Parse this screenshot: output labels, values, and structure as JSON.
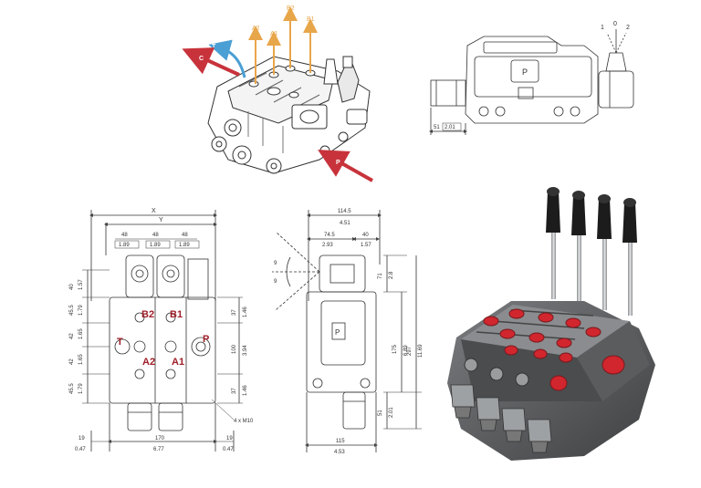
{
  "iso_view": {
    "ports": {
      "a2": "A2",
      "a1": "A1",
      "b2": "B2",
      "b1": "B1",
      "t": "T",
      "c": "C",
      "p": "P"
    },
    "colors": {
      "orange": "#e8a64a",
      "red": "#c8333b",
      "blue": "#4a9fd4"
    }
  },
  "side_view": {
    "handle_labels": {
      "pos1": "1",
      "pos0": "0",
      "pos2": "2"
    },
    "port_label": "P",
    "dim_mm": "51",
    "dim_in": "2.01"
  },
  "front_view": {
    "top": {
      "x": "X",
      "y": "Y",
      "w1": "48",
      "w1_in": "1.89",
      "w2": "48",
      "w2_in": "1.89",
      "w3": "48",
      "w3_in": "1.89"
    },
    "left_dims": [
      {
        "mm": "40",
        "in": "1.57"
      },
      {
        "mm": "45.5",
        "in": "1.79"
      },
      {
        "mm": "42",
        "in": "1.65"
      },
      {
        "mm": "42",
        "in": "1.65"
      },
      {
        "mm": "45.5",
        "in": "1.79"
      }
    ],
    "right_dims": [
      {
        "mm": "37",
        "in": "1.46"
      },
      {
        "mm": "100",
        "in": "3.94"
      },
      {
        "mm": "37",
        "in": "1.46"
      }
    ],
    "ports": {
      "b2": "B2",
      "b1": "B1",
      "t": "T",
      "p": "P",
      "a2": "A2",
      "a1": "A1"
    },
    "bottom": {
      "left_mm": "19",
      "left_in": "0.47",
      "mid_mm": "170",
      "mid_in": "6.77",
      "right_mm": "19",
      "right_in": "0.47"
    },
    "bolt_note": "4 x M10"
  },
  "section_view": {
    "top_mm": "114.5",
    "top_in": "4.51",
    "sub_left_mm": "74.5",
    "sub_left_in": "2.93",
    "sub_right_mm": "40",
    "sub_right_in": "1.57",
    "angles": [
      "9",
      "9"
    ],
    "right_dims": [
      {
        "mm": "71",
        "in": "2.8"
      },
      {
        "mm": "175",
        "in": "6.89"
      },
      {
        "mm": "297",
        "in": "11.69"
      },
      {
        "mm": "51",
        "in": "2.01"
      }
    ],
    "port_label": "P",
    "bottom_mm": "115",
    "bottom_in": "4.53"
  },
  "photo": {
    "colors": {
      "body": "#5a5c5e",
      "port_red": "#d2262e",
      "knob": "#1c1c1c",
      "rod": "#c4c7ca"
    }
  }
}
